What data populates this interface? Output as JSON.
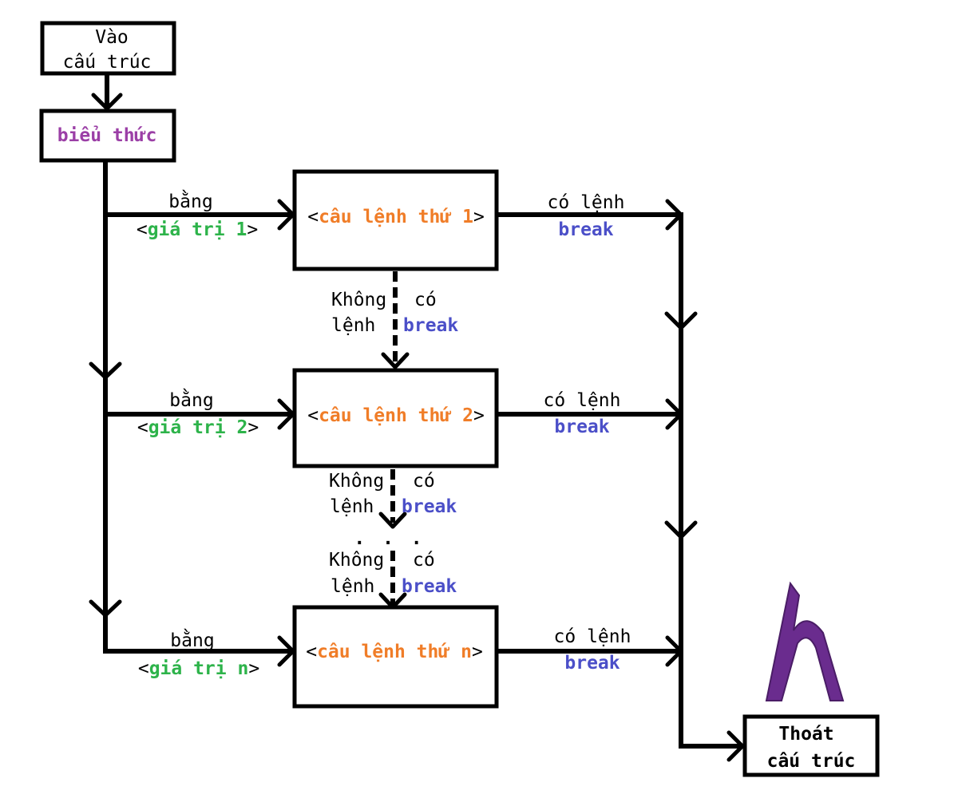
{
  "colors": {
    "line": "#000000",
    "expression": "#9b3fa6",
    "value": "#2db34a",
    "statement": "#f07d28",
    "break_kw": "#4b4fc8",
    "logo": "#6a2c8e"
  },
  "icons": {
    "logo": "h-letter-logo"
  },
  "nodes": {
    "entry": {
      "line1": "Vào",
      "line2": "cấu trúc"
    },
    "expression": {
      "label": "biểu thức"
    },
    "stmt1": {
      "open": "<",
      "label": "câu lệnh thứ 1",
      "close": ">"
    },
    "stmt2": {
      "open": "<",
      "label": "câu lệnh thứ 2",
      "close": ">"
    },
    "stmtn": {
      "open": "<",
      "label": "câu lệnh thứ n",
      "close": ">"
    },
    "exit": {
      "line1": "Thoát",
      "line2": "cấu trúc"
    }
  },
  "case_labels": [
    {
      "equals": "bằng",
      "open": "<",
      "value": "giá trị 1",
      "close": ">"
    },
    {
      "equals": "bằng",
      "open": "<",
      "value": "giá trị 2",
      "close": ">"
    },
    {
      "equals": "bằng",
      "open": "<",
      "value": "giá trị n",
      "close": ">"
    }
  ],
  "break_labels": [
    {
      "text": "có lệnh",
      "keyword": "break"
    },
    {
      "text": "có lệnh",
      "keyword": "break"
    },
    {
      "text": "có lệnh",
      "keyword": "break"
    }
  ],
  "no_break_labels": [
    {
      "word1": "Không",
      "word2": "có",
      "word3": "lệnh",
      "keyword": "break"
    },
    {
      "word1": "Không",
      "word2": "có",
      "word3": "lệnh",
      "keyword": "break"
    },
    {
      "word1": "Không",
      "word2": "có",
      "word3": "lệnh",
      "keyword": "break"
    }
  ],
  "ellipsis": ". . ."
}
